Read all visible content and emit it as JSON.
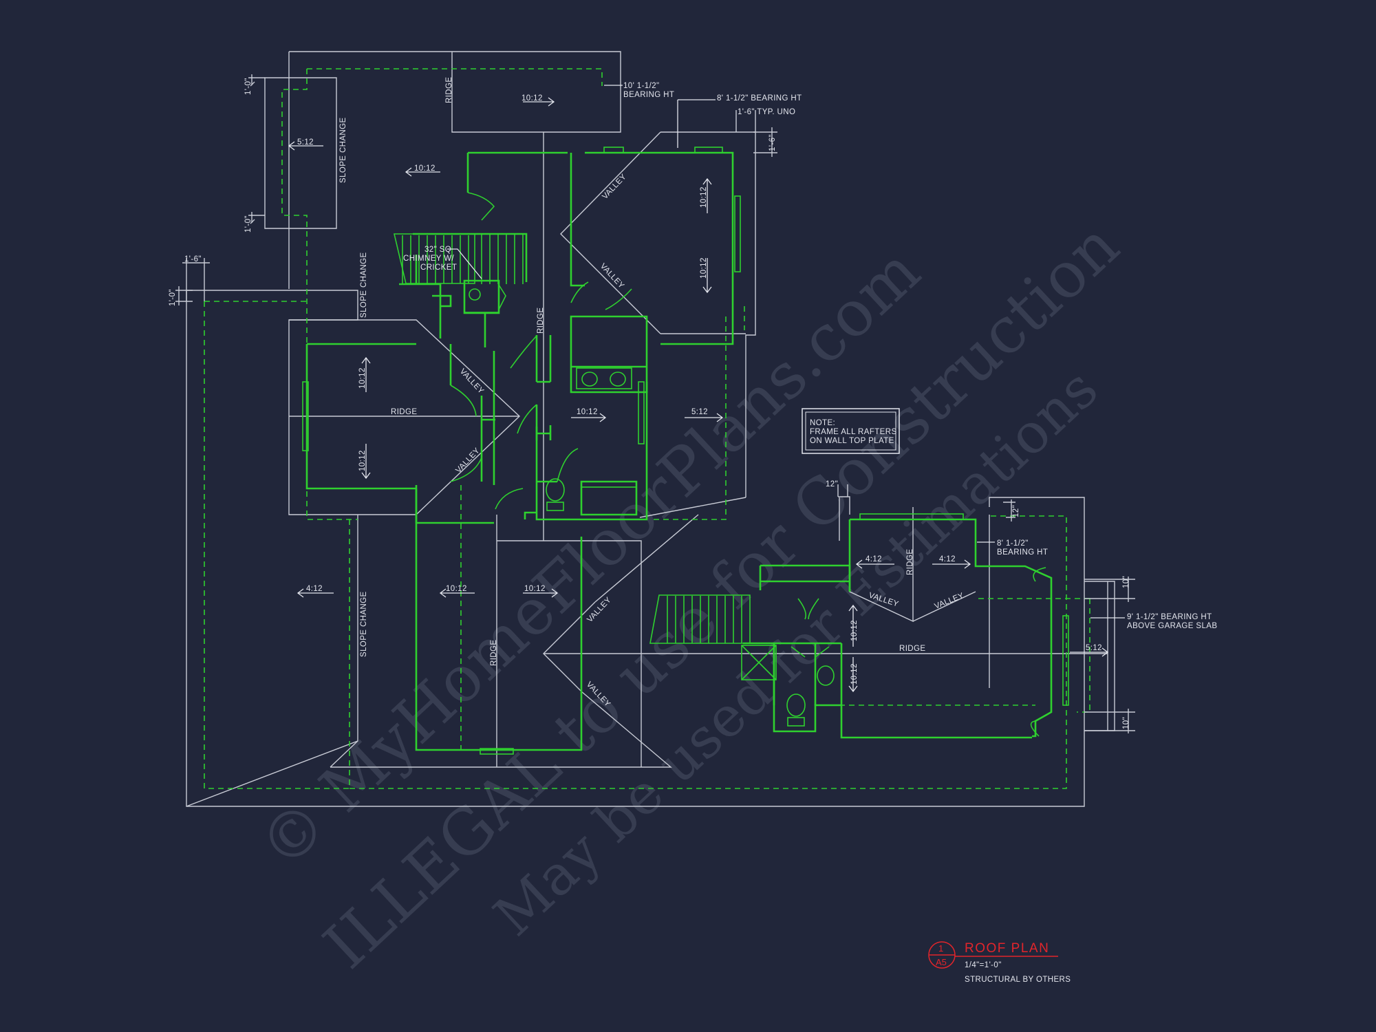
{
  "title_block": {
    "detail_number": "1",
    "sheet": "A5",
    "title": "ROOF PLAN",
    "scale": "1/4\"=1'-0\"",
    "structural": "STRUCTURAL BY OTHERS"
  },
  "note": {
    "line1": "NOTE:",
    "line2": "FRAME ALL RAFTERS",
    "line3": "ON WALL TOP PLATE"
  },
  "callouts": {
    "bearing_10": "10' 1-1/2\"",
    "bearing_ht": "BEARING HT",
    "bearing_8_top": "8' 1-1/2\" BEARING HT",
    "typ_uno": "1'-6\" TYP. UNO",
    "chimney_1": "32\" SQ",
    "chimney_2": "CHIMNEY W/",
    "chimney_3": "CRICKET",
    "bearing_8_right_1": "8' 1-1/2\"",
    "bearing_8_right_2": "BEARING HT",
    "garage_1": "9' 1-1/2\" BEARING HT",
    "garage_2": "ABOVE GARAGE SLAB"
  },
  "dimensions": {
    "d_1_0_a": "1'-0\"",
    "d_1_0_b": "1'-0\"",
    "d_1_6_left": "1'-6\"",
    "d_1_0_left": "1'-0\"",
    "d_1_6_top": "1'-6\"",
    "d_12_a": "12\"",
    "d_12_b": "12\"",
    "d_10_a": "10\"",
    "d_10_b": "10\""
  },
  "labels": {
    "ridge": "RIDGE",
    "valley": "VALLEY",
    "slope_change": "SLOPE CHANGE"
  },
  "pitches": {
    "p_10_12": "10:12",
    "p_5_12": "5:12",
    "p_4_12": "4:12"
  },
  "watermark": {
    "line1": "© MyHomeFloorPlans.com",
    "line2": "ILLEGAL to use for Construction",
    "line3": "May be used for Estimations"
  }
}
